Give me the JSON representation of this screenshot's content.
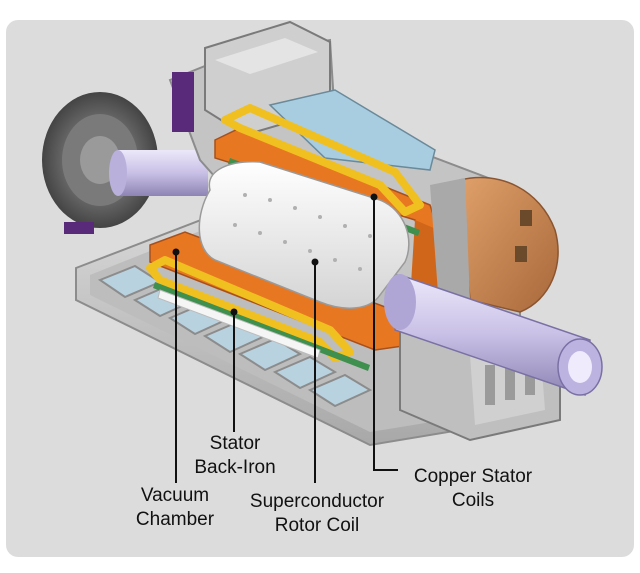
{
  "labels": {
    "stator_back_iron": {
      "line1": "Stator",
      "line2": "Back-Iron"
    },
    "vacuum_chamber": {
      "line1": "Vacuum",
      "line2": "Chamber"
    },
    "superconductor_rotor_coil": {
      "line1": "Superconductor",
      "line2": "Rotor Coil"
    },
    "copper_stator_coils": {
      "line1": "Copper Stator",
      "line2": "Coils"
    }
  },
  "colors": {
    "panel_background": "#dcdcdc",
    "housing_gray": "#c9c9c9",
    "housing_dark": "#8c8c8c",
    "back_iron_orange": "#e87722",
    "copper_coil_yellow": "#f0c020",
    "vacuum_blue": "#a9cde0",
    "rotor_white": "#f2f2f2",
    "shaft_lavender": "#c9c0e6",
    "end_cap_tan": "#c98650",
    "accent_purple": "#5a2a7a",
    "accent_green": "#3f8f4f"
  }
}
